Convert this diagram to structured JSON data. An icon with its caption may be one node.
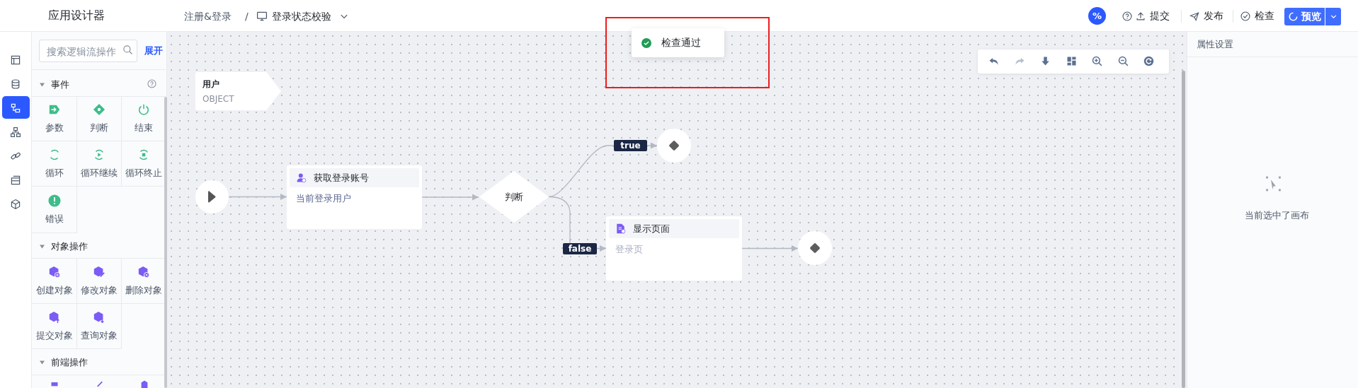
{
  "diagram": {
    "nodes": [
      {
        "text": [
          "用户",
          "OBJECT"
        ]
      },
      {
        "text": [],
        "shape": "circle"
      },
      {
        "text": [
          "获取登录账号",
          "当前登录用户"
        ]
      },
      {
        "text": [
          "判断"
        ]
      },
      {
        "text": [],
        "shape": "circle"
      },
      {
        "text": [
          "显示页面",
          "登录页"
        ]
      },
      {
        "text": [],
        "shape": "circle"
      }
    ],
    "edges": [
      {
        "from": 1,
        "to": 2,
        "arrow": "to"
      },
      {
        "from": 2,
        "to": 3,
        "arrow": "to"
      },
      {
        "from": 3,
        "to": 4,
        "arrow": "to",
        "label": "true"
      },
      {
        "from": 3,
        "to": 5,
        "arrow": "to",
        "label": "false"
      },
      {
        "from": 5,
        "to": 6,
        "arrow": "to"
      }
    ],
    "labels": [
      "应用设计器",
      "注册&登录",
      "/",
      "登录状态校验",
      "检查通过",
      "%",
      "提交",
      "发布",
      "检查",
      "预览",
      "搜索逻辑流操作",
      "展开",
      "事件",
      "参数",
      "判断",
      "结束",
      "循环",
      "循环继续",
      "循环终止",
      "错误",
      "对象操作",
      "创建对象",
      "修改对象",
      "删除对象",
      "提交对象",
      "查询对象",
      "前端操作",
      "属性设置",
      "当前选中了画布"
    ]
  }
}
